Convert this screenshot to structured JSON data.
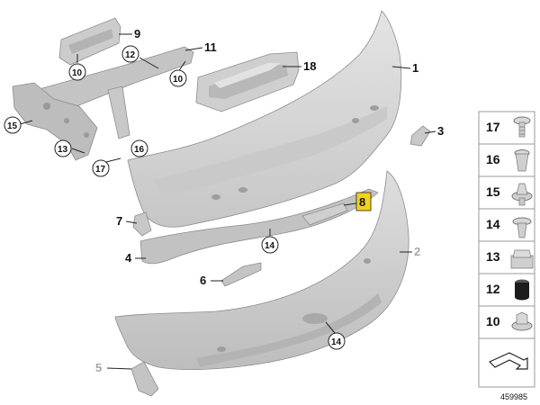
{
  "callouts": {
    "c1": "1",
    "c2": "2",
    "c3": "3",
    "c4": "4",
    "c5": "5",
    "c6": "6",
    "c7": "7",
    "c8": "8",
    "c9": "9",
    "c11": "11",
    "c12": "12",
    "c13": "13",
    "c14a": "14",
    "c14b": "14",
    "c15": "15",
    "c16": "16",
    "c17": "17",
    "c18": "18",
    "c10a": "10",
    "c10b": "10"
  },
  "legend": {
    "items": [
      {
        "num": "17",
        "icon": "push-rivet-icon"
      },
      {
        "num": "16",
        "icon": "expanding-nut-icon"
      },
      {
        "num": "15",
        "icon": "clip-icon"
      },
      {
        "num": "14",
        "icon": "expanding-rivet-icon"
      },
      {
        "num": "13",
        "icon": "clip-nut-icon"
      },
      {
        "num": "12",
        "icon": "rubber-buffer-icon"
      },
      {
        "num": "10",
        "icon": "hex-nut-icon"
      }
    ]
  },
  "reference_number": "459985",
  "colors": {
    "part_fill": "#d9d9d9",
    "part_shade": "#bcbcbc",
    "highlight": "#f2d21b",
    "muted_callout": "#a6a6a6"
  }
}
